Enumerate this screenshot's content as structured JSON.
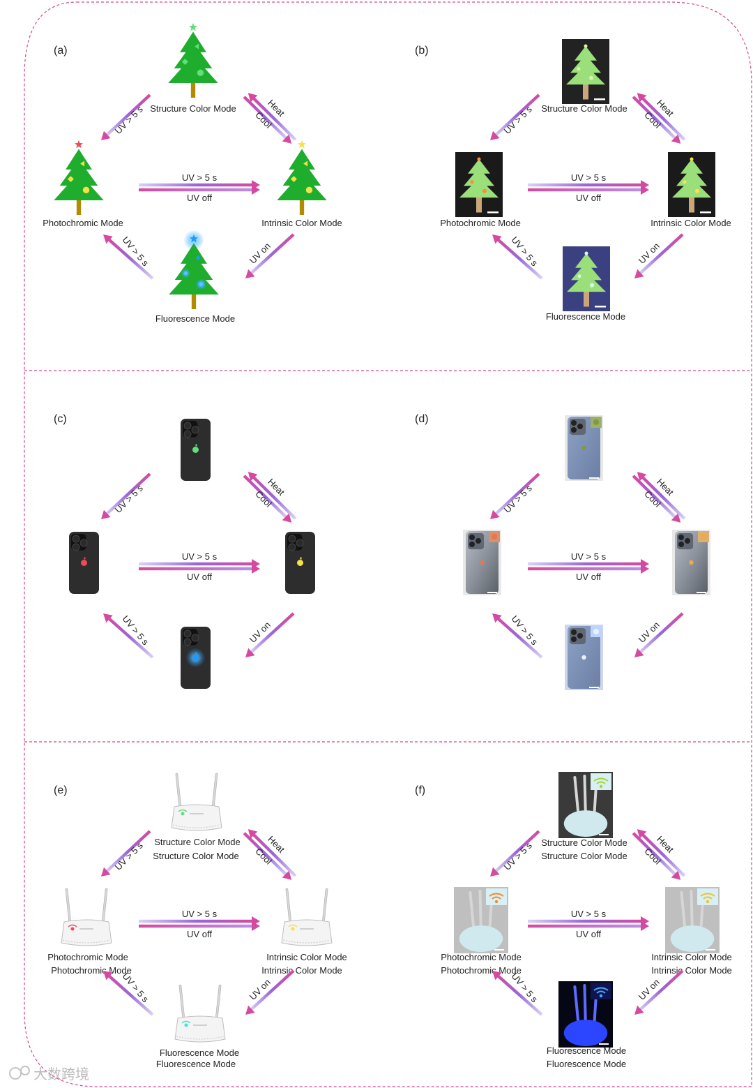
{
  "panels": [
    {
      "id": "a",
      "label": "(a)",
      "type": "tree-cartoon"
    },
    {
      "id": "b",
      "label": "(b)",
      "type": "tree-photo"
    },
    {
      "id": "c",
      "label": "(c)",
      "type": "phone-cartoon"
    },
    {
      "id": "d",
      "label": "(d)",
      "type": "phone-photo"
    },
    {
      "id": "e",
      "label": "(e)",
      "type": "router-cartoon"
    },
    {
      "id": "f",
      "label": "(f)",
      "type": "router-photo"
    }
  ],
  "modes": {
    "structure": "Structure Color Mode",
    "photochromic": "Photochromic Mode",
    "intrinsic": "Intrinsic Color Mode",
    "fluorescence": "Fluorescence Mode"
  },
  "arrows": {
    "uv5": "UV > 5 s",
    "heat": "Heat",
    "cool": "Cool",
    "uvoff": "UV off",
    "uvon": "UV on"
  },
  "colors": {
    "frame": "#d6478f",
    "arrow_pink": "#d54aa0",
    "arrow_purple": "#9a66d8",
    "arrow_blue": "#c9c3ee",
    "tree_green": "#1fad2d",
    "trunk": "#b38b00",
    "structure_accent": "#5fe07a",
    "photo_accent": "#f04a5a",
    "intrinsic_accent": "#f5e14a",
    "fluor_accent": "#1e9bff"
  },
  "watermark": "大数跨境"
}
